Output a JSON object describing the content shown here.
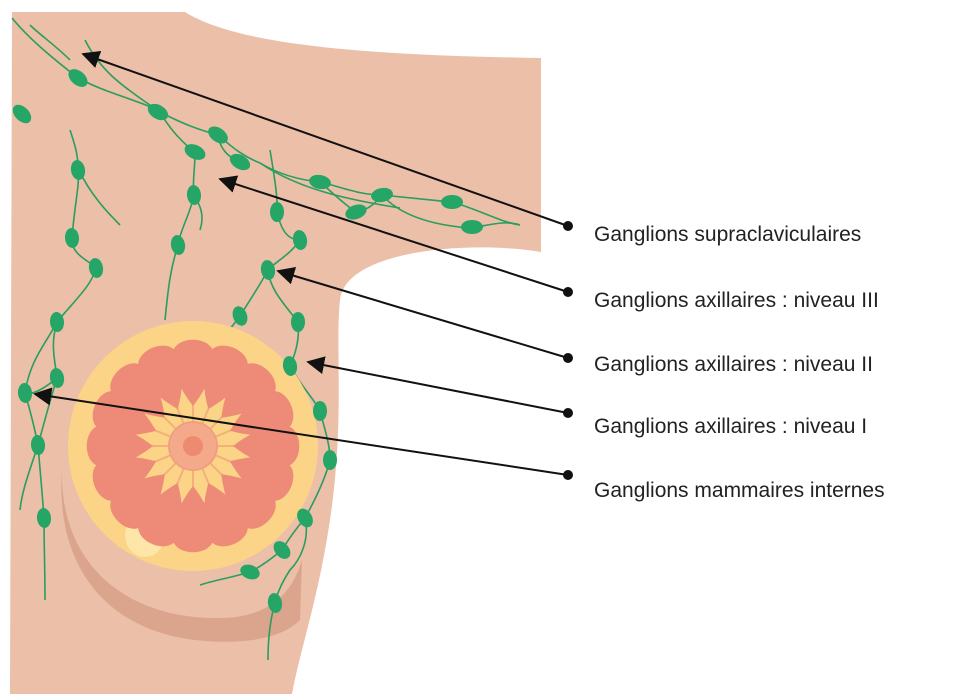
{
  "colors": {
    "background": "#ffffff",
    "skin": "#ebbfa8",
    "skin_shadow": "#dba48c",
    "gland": "#fbd488",
    "gland_highlight": "#fde6a8",
    "lobule": "#ee8a78",
    "areola": "#f5a98b",
    "nipple": "#ec8b70",
    "lymph_node": "#25a566",
    "lymph_vessel": "#2a9d5f",
    "arrow": "#111111",
    "text": "#222222"
  },
  "icons": {
    "lymph_node": "lymph-node-ellipse",
    "pointer": "arrowhead",
    "label_marker": "dot"
  },
  "labels": [
    {
      "id": "supraclavicular",
      "text": "Ganglions supraclaviculaires"
    },
    {
      "id": "axillary-III",
      "text": "Ganglions axillaires : niveau III"
    },
    {
      "id": "axillary-II",
      "text": "Ganglions axillaires : niveau II"
    },
    {
      "id": "axillary-I",
      "text": "Ganglions axillaires : niveau I"
    },
    {
      "id": "internal-mammary",
      "text": "Ganglions mammaires internes"
    }
  ]
}
